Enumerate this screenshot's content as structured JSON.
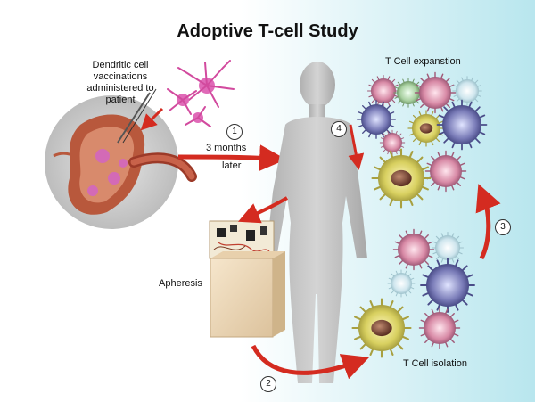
{
  "title": "Adoptive T-cell Study",
  "dendritic_label_lines": [
    "Dendritic cell",
    "vaccinations",
    "administered to",
    "patient"
  ],
  "step1": {
    "number": "1",
    "line1": "3 months",
    "line2": "later"
  },
  "step2": {
    "number": "2"
  },
  "step3": {
    "number": "3"
  },
  "step4": {
    "number": "4"
  },
  "apheresis_label": "Apheresis",
  "expansion_label": "T Cell expanstion",
  "isolation_label": "T Cell isolation",
  "colors": {
    "arrow": "#d42b20",
    "background_gradient": [
      "#ffffff",
      "#b8e6ee"
    ],
    "body": "#c8c8c8",
    "inset_circle": "#cfcfcf",
    "tissue": "#b8583c"
  },
  "icons": [
    "syringe-icon",
    "dendritic-cell-icon",
    "lymph-node-icon",
    "apheresis-machine-icon",
    "human-body-icon",
    "t-cell-icon"
  ]
}
